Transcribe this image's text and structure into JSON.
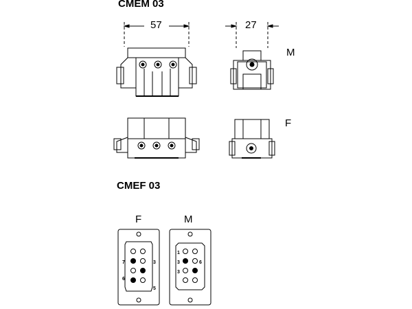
{
  "titles": {
    "top": "CMEM 03",
    "bottom": "CMEF 03"
  },
  "dimensions": {
    "width_front": "57",
    "width_side": "27"
  },
  "row_labels": {
    "male": "M",
    "female": "F"
  },
  "face_labels": {
    "left": "F",
    "right": "M"
  },
  "pins": {
    "female": [
      "7",
      "3",
      "6",
      "5"
    ],
    "male": [
      "1",
      "3",
      "3",
      "6"
    ]
  }
}
